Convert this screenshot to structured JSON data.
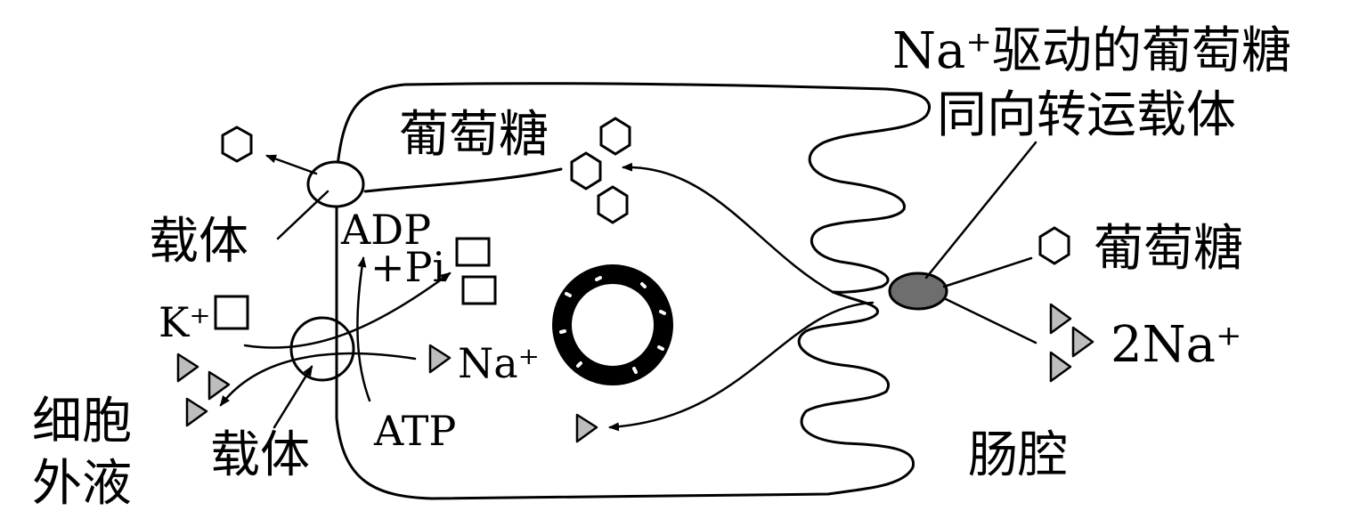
{
  "labels": {
    "transporter_title_line1": "Na⁺驱动的葡萄糖",
    "transporter_title_line2": "同向转运载体",
    "glucose_inside": "葡萄糖",
    "glucose_lumen": "葡萄糖",
    "carrier_top": "载体",
    "carrier_bottom": "载体",
    "adp": "ADP",
    "pi": "+Pi",
    "k_ion": "K⁺",
    "na_ion": "Na⁺",
    "two_na": "2Na⁺",
    "atp": "ATP",
    "ecf_line1": "细胞",
    "ecf_line2": "外液",
    "lumen": "肠腔"
  },
  "colors": {
    "sodium_triangle": "#bdbdbd",
    "symporter": "#6e6e6e",
    "nucleus_ring": "#000000"
  }
}
